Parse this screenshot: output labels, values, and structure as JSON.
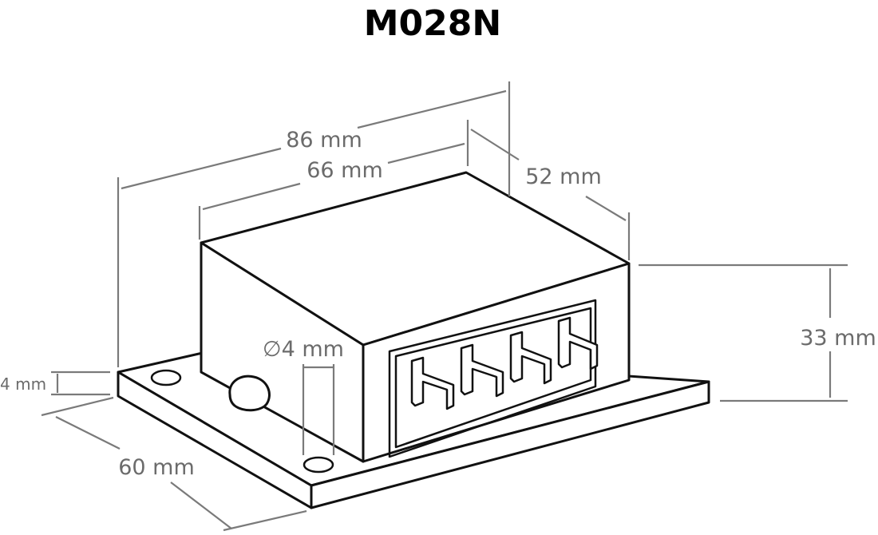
{
  "title": "M028N",
  "dimensions": {
    "length_total": "86 mm",
    "length_body": "66 mm",
    "depth": "52 mm",
    "height": "33 mm",
    "plate_thickness": "4 mm",
    "plate_width": "60 mm",
    "hole_diameter": "∅4 mm"
  },
  "colors": {
    "outline": "#111111",
    "dimension": "#7a7a7a",
    "dimension_text": "#6b6b6b"
  }
}
